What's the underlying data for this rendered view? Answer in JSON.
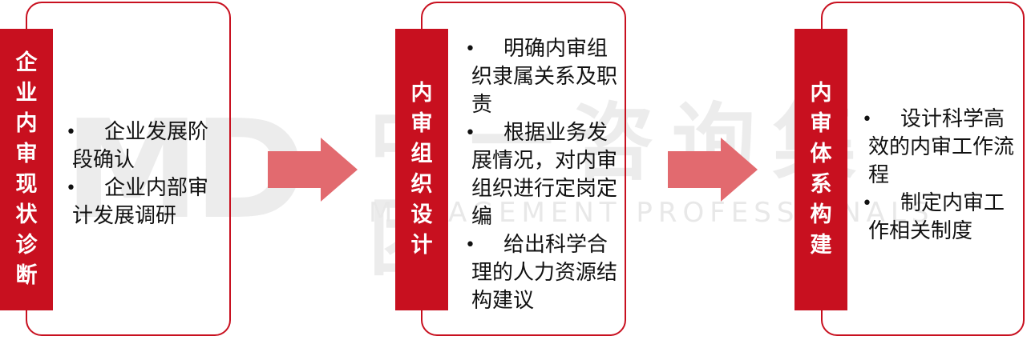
{
  "watermark": {
    "logo": "MD",
    "chinese": "中一咨询集团",
    "english": "MANAGEMENT PROFESSIONALS"
  },
  "stages": [
    {
      "title": "企业内审现状诊断",
      "items": [
        "企业发展阶段确认",
        "企业内部审计发展调研"
      ]
    },
    {
      "title": "内审组织设计",
      "items": [
        "明确内审组织隶属关系及职责",
        "根据业务发展情况，对内审组织进行定岗定编",
        "给出科学合理的人力资源结构建议"
      ]
    },
    {
      "title": "内审体系构建",
      "items": [
        "设计科学高效的内审工作流程",
        "制定内审工作相关制度"
      ]
    }
  ],
  "colors": {
    "accent": "#c8101f",
    "arrow": "#e26a6f"
  }
}
